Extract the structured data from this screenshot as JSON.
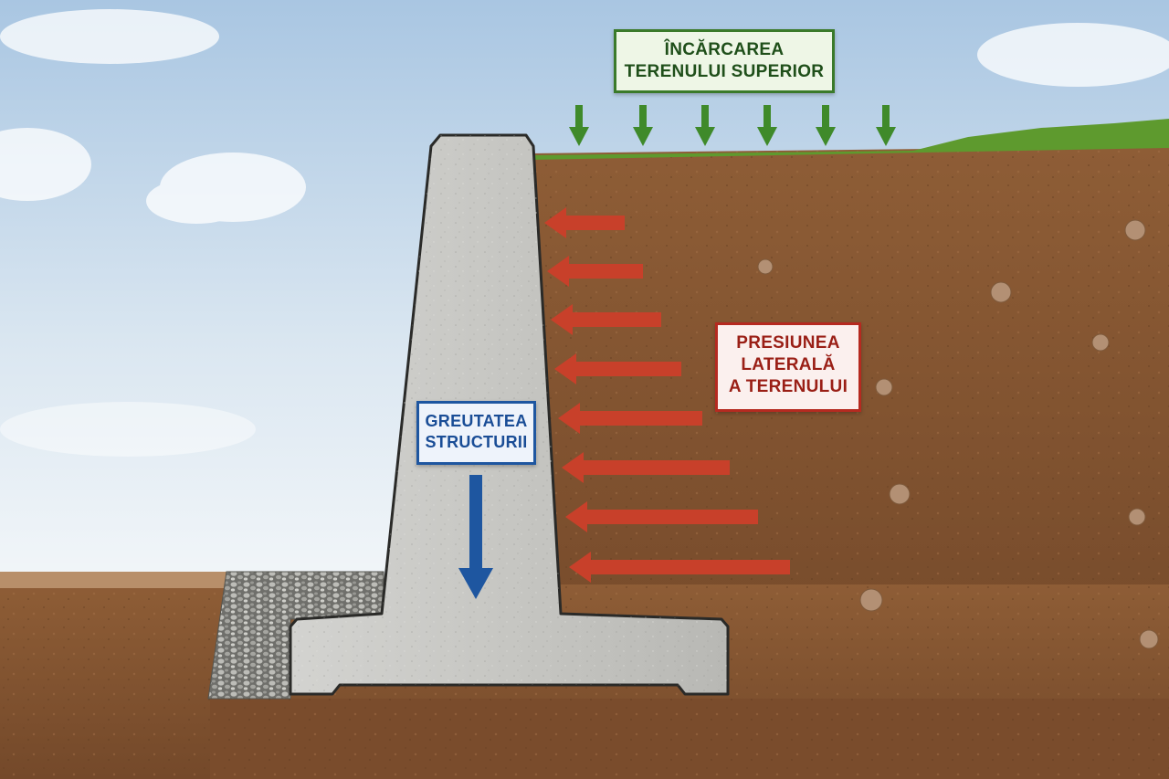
{
  "labels": {
    "surcharge": [
      "ÎNCĂRCAREA",
      "TERENULUI SUPERIOR"
    ],
    "lateral_pressure": [
      "PRESIUNEA",
      "LATERALĂ",
      "A TERENULUI"
    ],
    "structure_weight": [
      "GREUTATEA",
      "STRUCTURII"
    ]
  },
  "colors": {
    "sky_top": "#a9c6e2",
    "sky_bottom": "#eef3f7",
    "soil": "#8a5a34",
    "soil_dark": "#6e4527",
    "concrete": "#c9c9c6",
    "gravel": "#9a9a96",
    "grass": "#5e9a2e",
    "surcharge_arrow": "#3f8a2a",
    "pressure_arrow": "#c8402a",
    "weight_arrow": "#1e56a0"
  },
  "icons": {
    "surcharge_arrows": "arrow-down-icon",
    "pressure_arrows": "arrow-left-icon",
    "weight_arrow": "arrow-down-icon"
  }
}
